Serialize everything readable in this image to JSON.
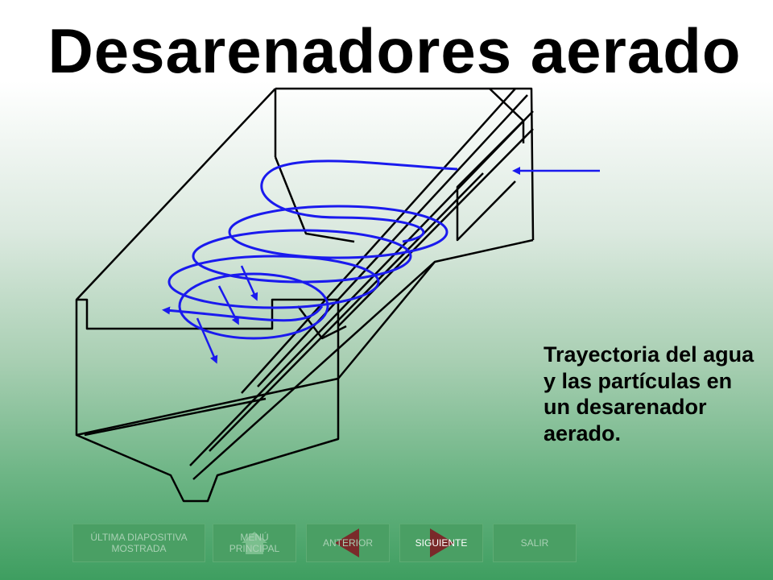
{
  "slide": {
    "title": "Desarenadores aerado",
    "caption": "Trayectoria del agua y las partículas en un desarenador aerado."
  },
  "colors": {
    "flow_arrows": "#1a1aee",
    "outline": "#000000",
    "nav_button": "#4a9f64",
    "nav_text": "#a9d1b4"
  },
  "diagram": {
    "icons": [
      "inflow-arrow-icon",
      "spiral-flow-icon",
      "particle-settling-arrow-icon"
    ]
  },
  "nav": {
    "last_slide": "ÚLTIMA DIAPOSITIVA MOSTRADA",
    "main_menu": "MENÚ PRINCIPAL",
    "previous": "ANTERIOR",
    "next": "SIGUIENTE",
    "exit": "SALIR"
  }
}
